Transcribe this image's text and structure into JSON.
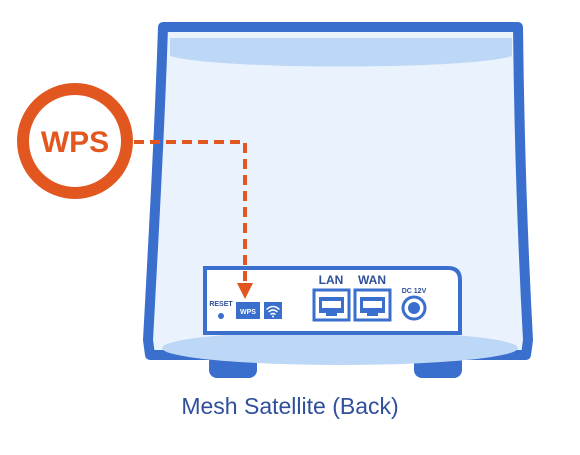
{
  "callout": {
    "label": "WPS"
  },
  "device": {
    "caption": "Mesh Satellite (Back)",
    "ports": {
      "reset_label": "RESET",
      "wps_label": "WPS",
      "lan_label": "LAN",
      "wan_label": "WAN",
      "dc_label": "DC 12V"
    }
  },
  "icons": {
    "wifi": "wifi-icon",
    "ethernet": "ethernet-port-icon",
    "arrow": "arrow-down-icon"
  },
  "colors": {
    "outline": "#3a6fce",
    "body_fill": "#eaf2fd",
    "top_fill": "#bdd8f6",
    "accent": "#e2571f",
    "caption": "#2f4f9a"
  }
}
